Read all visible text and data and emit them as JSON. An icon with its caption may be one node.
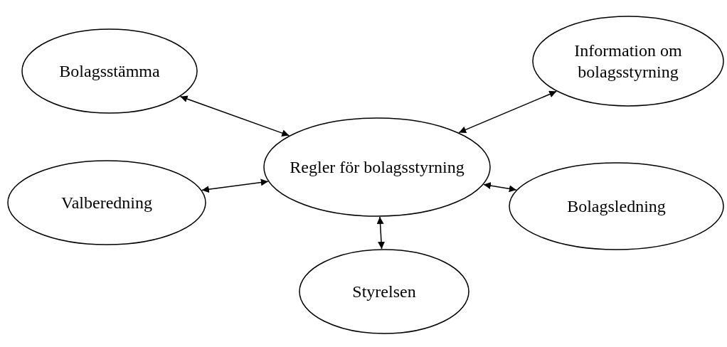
{
  "diagram": {
    "nodes": [
      {
        "text": [
          "Bolagsstämma"
        ]
      },
      {
        "text": [
          "Information om bolagsstyrning"
        ]
      },
      {
        "text": [
          "Regler för bolagsstyrning"
        ]
      },
      {
        "text": [
          "Valberedning"
        ]
      },
      {
        "text": [
          "Bolagsledning"
        ]
      },
      {
        "text": [
          "Styrelsen"
        ]
      }
    ],
    "edges": [
      {
        "from": 2,
        "to": 0,
        "arrow": "both"
      },
      {
        "from": 2,
        "to": 1,
        "arrow": "both"
      },
      {
        "from": 2,
        "to": 3,
        "arrow": "both"
      },
      {
        "from": 2,
        "to": 4,
        "arrow": "both"
      },
      {
        "from": 2,
        "to": 5,
        "arrow": "both"
      }
    ]
  }
}
